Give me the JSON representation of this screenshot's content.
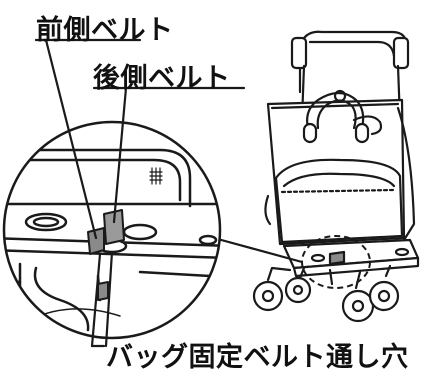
{
  "labels": {
    "front_belt": "前側ベルト",
    "rear_belt": "後側ベルト",
    "belt_hole": "バッグ固定ベルト通し穴"
  },
  "colors": {
    "line": "#1a1a1a",
    "belt": "#8a8a8a",
    "fill": "#ffffff"
  }
}
